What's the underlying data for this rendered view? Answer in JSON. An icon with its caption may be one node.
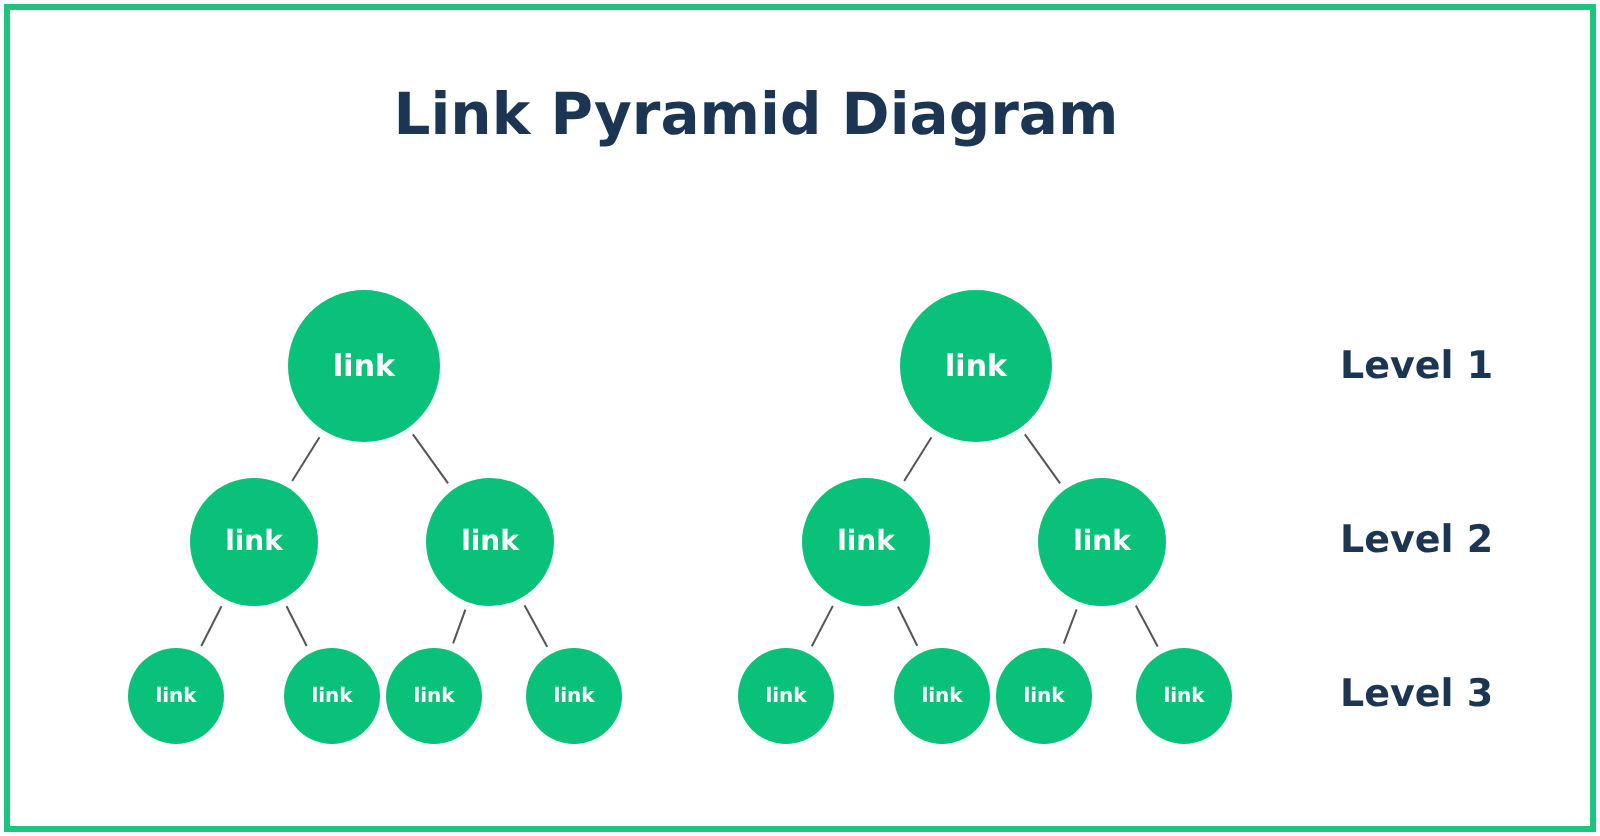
{
  "diagram": {
    "title": "Link Pyramid Diagram",
    "nodes": [
      {
        "text": [
          "link"
        ]
      },
      {
        "text": [
          "link"
        ]
      },
      {
        "text": [
          "link"
        ]
      },
      {
        "text": [
          "link"
        ]
      },
      {
        "text": [
          "link"
        ]
      },
      {
        "text": [
          "link"
        ]
      },
      {
        "text": [
          "link"
        ]
      },
      {
        "text": [
          "link"
        ]
      },
      {
        "text": [
          "link"
        ]
      },
      {
        "text": [
          "link"
        ]
      },
      {
        "text": [
          "link"
        ]
      },
      {
        "text": [
          "link"
        ]
      },
      {
        "text": [
          "link"
        ]
      },
      {
        "text": [
          "link"
        ]
      }
    ],
    "edges": [
      {
        "from": 0,
        "to": 1,
        "arrow": "none"
      },
      {
        "from": 0,
        "to": 2,
        "arrow": "none"
      },
      {
        "from": 1,
        "to": 3,
        "arrow": "none"
      },
      {
        "from": 1,
        "to": 4,
        "arrow": "none"
      },
      {
        "from": 2,
        "to": 5,
        "arrow": "none"
      },
      {
        "from": 2,
        "to": 6,
        "arrow": "none"
      },
      {
        "from": 7,
        "to": 8,
        "arrow": "none"
      },
      {
        "from": 7,
        "to": 9,
        "arrow": "none"
      },
      {
        "from": 8,
        "to": 10,
        "arrow": "none"
      },
      {
        "from": 8,
        "to": 11,
        "arrow": "none"
      },
      {
        "from": 9,
        "to": 12,
        "arrow": "none"
      },
      {
        "from": 9,
        "to": 13,
        "arrow": "none"
      }
    ],
    "labels": [
      "Level 1",
      "Level 2",
      "Level 3"
    ]
  }
}
